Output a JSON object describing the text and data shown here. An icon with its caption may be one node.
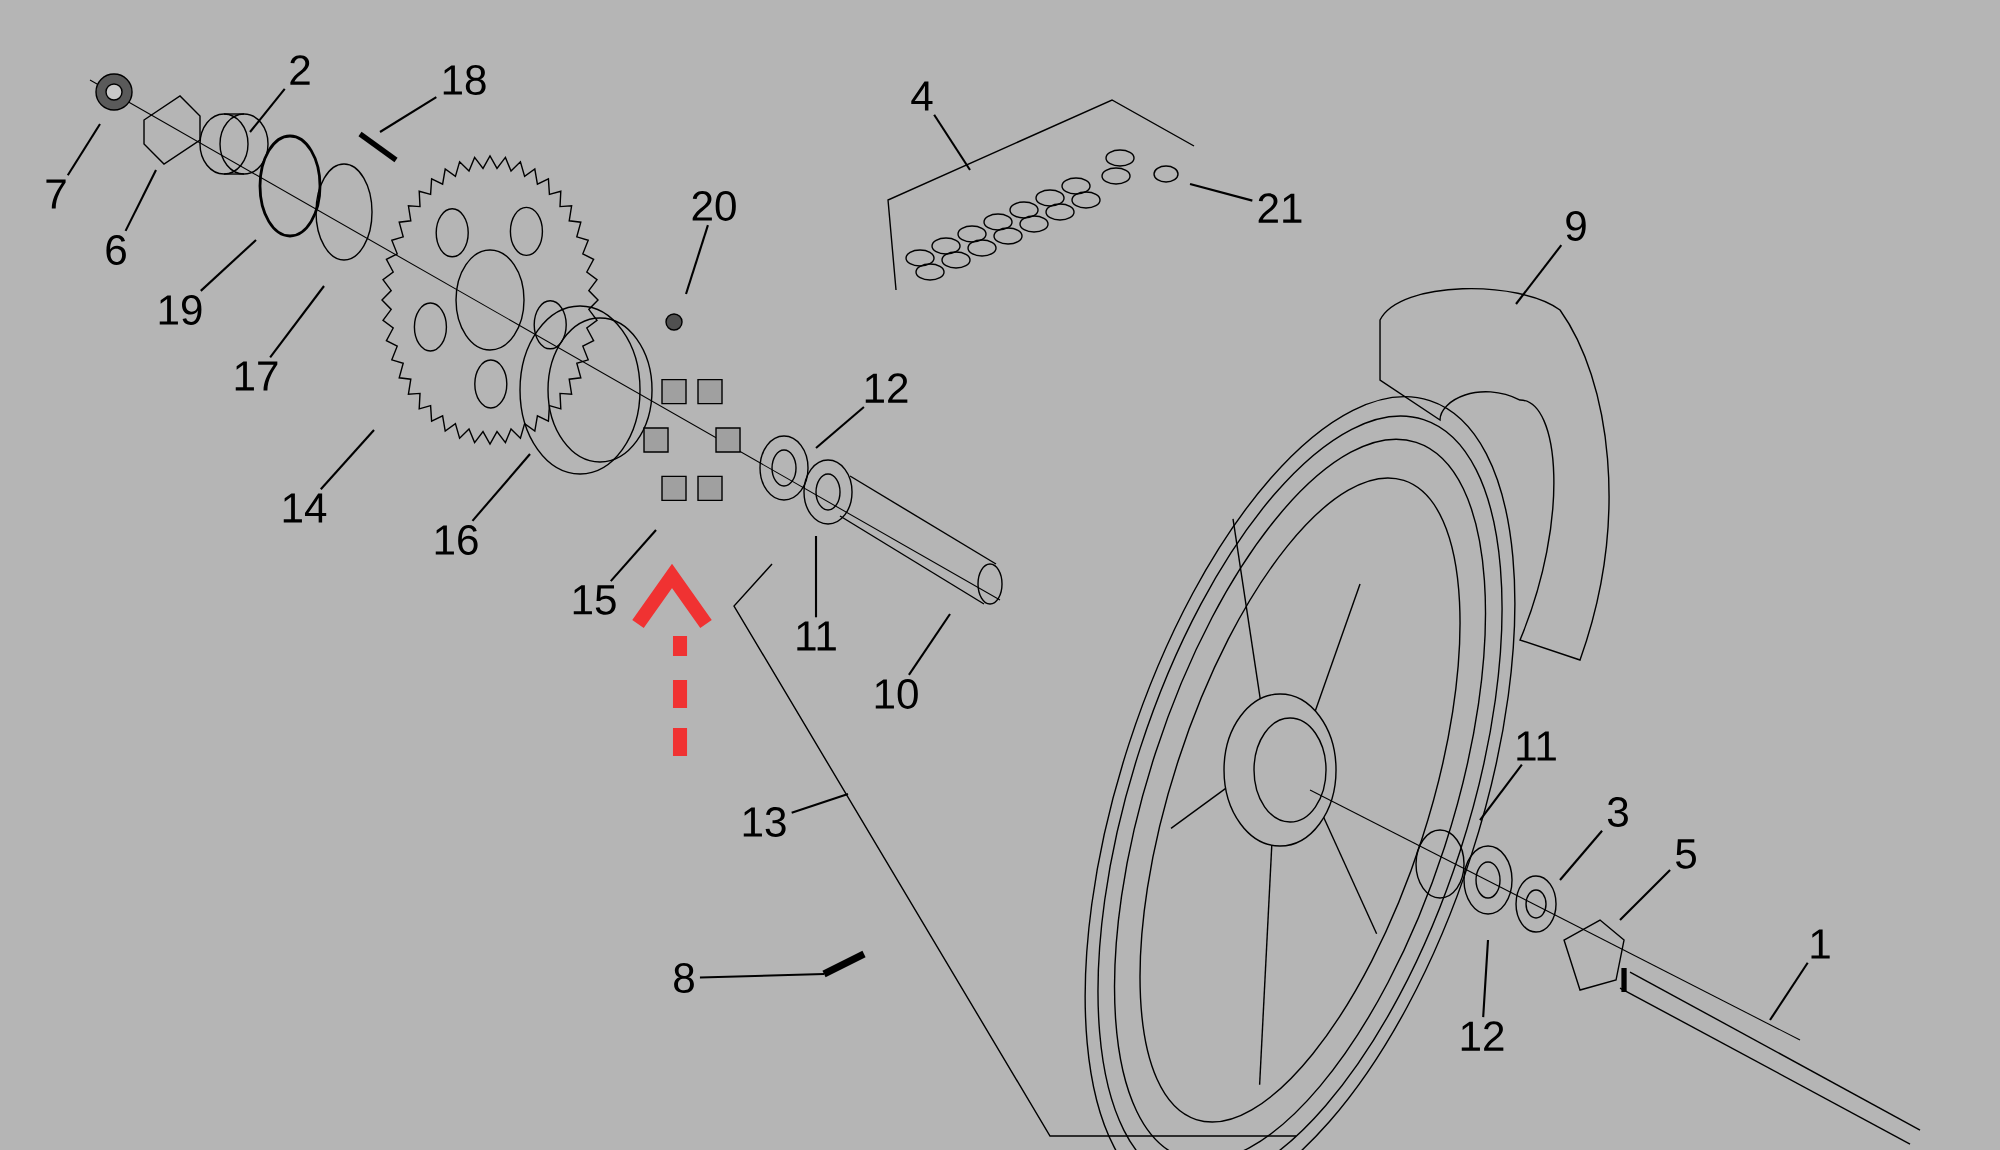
{
  "diagram": {
    "nodes": [
      {
        "text": [
          "2"
        ]
      },
      {
        "text": [
          "18"
        ]
      },
      {
        "text": [
          "7"
        ]
      },
      {
        "text": [
          "4"
        ]
      },
      {
        "text": [
          "6"
        ]
      },
      {
        "text": [
          "20"
        ]
      },
      {
        "text": [
          "21"
        ]
      },
      {
        "text": [
          "9"
        ]
      },
      {
        "text": [
          "19"
        ]
      },
      {
        "text": [
          "17"
        ]
      },
      {
        "text": [
          "12"
        ]
      },
      {
        "text": [
          "14"
        ]
      },
      {
        "text": [
          "16"
        ]
      },
      {
        "text": [
          "15"
        ]
      },
      {
        "text": [
          "11"
        ]
      },
      {
        "text": [
          "10"
        ]
      },
      {
        "text": [
          "13"
        ]
      },
      {
        "text": [
          "11"
        ]
      },
      {
        "text": [
          "3"
        ]
      },
      {
        "text": [
          "5"
        ]
      },
      {
        "text": [
          "1"
        ]
      },
      {
        "text": [
          "8"
        ]
      },
      {
        "text": [
          "12"
        ]
      }
    ],
    "edges": [
      {
        "from": 0,
        "to": null,
        "arrow": "none"
      },
      {
        "from": 1,
        "to": null,
        "arrow": "none"
      },
      {
        "from": 2,
        "to": null,
        "arrow": "none"
      },
      {
        "from": 3,
        "to": null,
        "arrow": "none"
      },
      {
        "from": 4,
        "to": null,
        "arrow": "none"
      },
      {
        "from": 5,
        "to": null,
        "arrow": "none"
      },
      {
        "from": 6,
        "to": null,
        "arrow": "none"
      },
      {
        "from": 7,
        "to": null,
        "arrow": "none"
      },
      {
        "from": 8,
        "to": null,
        "arrow": "none"
      },
      {
        "from": 9,
        "to": null,
        "arrow": "none"
      },
      {
        "from": 10,
        "to": null,
        "arrow": "none"
      },
      {
        "from": 11,
        "to": null,
        "arrow": "none"
      },
      {
        "from": 12,
        "to": null,
        "arrow": "none"
      },
      {
        "from": 13,
        "to": null,
        "arrow": "none"
      },
      {
        "from": 14,
        "to": null,
        "arrow": "none"
      },
      {
        "from": 15,
        "to": null,
        "arrow": "none"
      },
      {
        "from": 16,
        "to": null,
        "arrow": "none"
      },
      {
        "from": 17,
        "to": null,
        "arrow": "none"
      },
      {
        "from": 18,
        "to": null,
        "arrow": "none"
      },
      {
        "from": 19,
        "to": null,
        "arrow": "none"
      },
      {
        "from": 20,
        "to": null,
        "arrow": "none"
      },
      {
        "from": 21,
        "to": null,
        "arrow": "none"
      },
      {
        "from": 22,
        "to": null,
        "arrow": "none"
      }
    ]
  }
}
